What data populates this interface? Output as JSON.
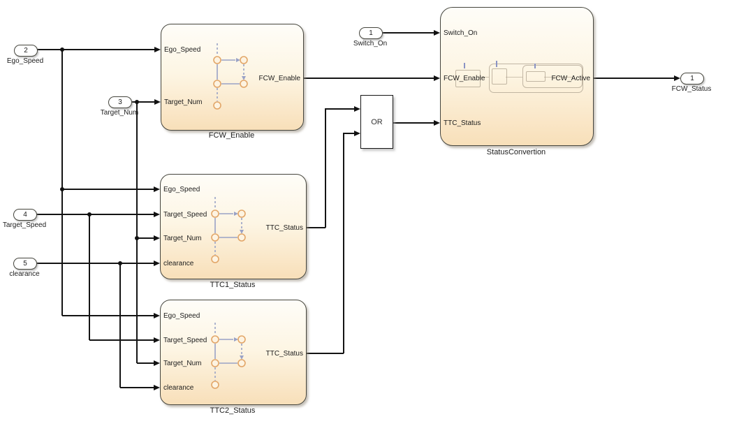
{
  "diagram": {
    "inports": [
      {
        "number": "2",
        "label": "Ego_Speed"
      },
      {
        "number": "3",
        "label": "Target_Num"
      },
      {
        "number": "4",
        "label": "Target_Speed"
      },
      {
        "number": "5",
        "label": "clearance"
      },
      {
        "number": "1",
        "label": "Switch_On"
      }
    ],
    "outports": [
      {
        "number": "1",
        "label": "FCW_Status"
      }
    ],
    "blocks": {
      "fcw": {
        "name": "FCW_Enable",
        "inputs": [
          "Ego_Speed",
          "Target_Num"
        ],
        "output": "FCW_Enable"
      },
      "ttc1": {
        "name": "TTC1_Status",
        "inputs": [
          "Ego_Speed",
          "Target_Speed",
          "Target_Num",
          "clearance"
        ],
        "output": "TTC_Status"
      },
      "ttc2": {
        "name": "TTC2_Status",
        "inputs": [
          "Ego_Speed",
          "Target_Speed",
          "Target_Num",
          "clearance"
        ],
        "output": "TTC_Status"
      },
      "status": {
        "name": "StatusConvertion",
        "inputs": [
          "Switch_On",
          "FCW_Enable",
          "TTC_Status"
        ],
        "output": "FCW_Active"
      },
      "or_gate": {
        "label": "OR"
      }
    },
    "connections": [
      {
        "from": "Ego_Speed",
        "to": "FCW_Enable.Ego_Speed"
      },
      {
        "from": "Ego_Speed",
        "to": "TTC1_Status.Ego_Speed"
      },
      {
        "from": "Ego_Speed",
        "to": "TTC2_Status.Ego_Speed"
      },
      {
        "from": "Target_Num",
        "to": "FCW_Enable.Target_Num"
      },
      {
        "from": "Target_Num",
        "to": "TTC1_Status.Target_Num"
      },
      {
        "from": "Target_Num",
        "to": "TTC2_Status.Target_Num"
      },
      {
        "from": "Target_Speed",
        "to": "TTC1_Status.Target_Speed"
      },
      {
        "from": "Target_Speed",
        "to": "TTC2_Status.Target_Speed"
      },
      {
        "from": "clearance",
        "to": "TTC1_Status.clearance"
      },
      {
        "from": "clearance",
        "to": "TTC2_Status.clearance"
      },
      {
        "from": "Switch_On",
        "to": "StatusConvertion.Switch_On"
      },
      {
        "from": "FCW_Enable.FCW_Enable",
        "to": "StatusConvertion.FCW_Enable"
      },
      {
        "from": "TTC1_Status.TTC_Status",
        "to": "OR.in1"
      },
      {
        "from": "TTC2_Status.TTC_Status",
        "to": "OR.in2"
      },
      {
        "from": "OR.out",
        "to": "StatusConvertion.TTC_Status"
      },
      {
        "from": "StatusConvertion.FCW_Active",
        "to": "FCW_Status"
      }
    ],
    "colors": {
      "block_fill_top": "#fefdf8",
      "block_fill_bottom": "#f8dfb9",
      "block_border": "#45453d",
      "signal_line": "#141414",
      "chart_icon_line": "#99a2c6",
      "chart_icon_node_stroke": "#e2a668",
      "chart_icon_node_fill": "#fdf3e1"
    }
  }
}
